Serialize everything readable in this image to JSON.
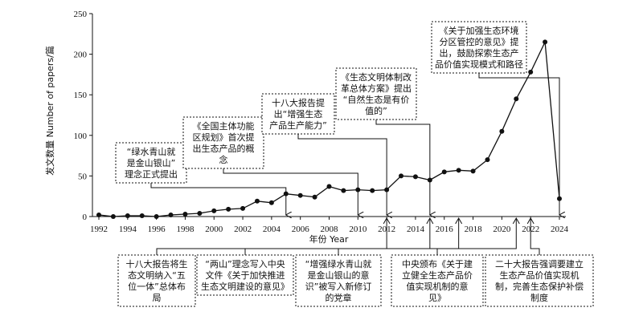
{
  "chart_data": {
    "type": "line",
    "xlabel": "年份 Year",
    "ylabel": "发文数量 Number of papers/篇",
    "xlim": [
      1992,
      2024
    ],
    "ylim": [
      0,
      250
    ],
    "x_ticks": [
      1992,
      1994,
      1996,
      1998,
      2000,
      2002,
      2004,
      2006,
      2008,
      2010,
      2012,
      2014,
      2016,
      2018,
      2020,
      2022,
      2024
    ],
    "y_ticks": [
      0,
      50,
      100,
      150,
      200,
      250
    ],
    "grid": false,
    "series": [
      {
        "x": [
          1992,
          1993,
          1994,
          1995,
          1996,
          1997,
          1998,
          1999,
          2000,
          2001,
          2002,
          2003,
          2004,
          2005,
          2006,
          2007,
          2008,
          2009,
          2010,
          2011,
          2012,
          2013,
          2014,
          2015,
          2016,
          2017,
          2018,
          2019,
          2020,
          2021,
          2022,
          2023,
          2024
        ],
        "values": [
          2,
          0,
          1,
          1,
          0,
          2,
          3,
          4,
          7,
          9,
          10,
          19,
          17,
          28,
          26,
          24,
          37,
          32,
          33,
          32,
          33,
          50,
          49,
          45,
          55,
          57,
          56,
          70,
          105,
          145,
          178,
          215,
          22
        ]
      }
    ],
    "annotations_top": [
      {
        "year": 2005,
        "lines": [
          "“绿水青山就",
          "是金山银山”",
          "理念正式提出"
        ]
      },
      {
        "year": 2010,
        "lines": [
          "《全国主体功能",
          "区规划》首次提",
          "出生态产品的概",
          "念"
        ]
      },
      {
        "year": 2012,
        "lines": [
          "十八大报告提",
          "出“增强生态",
          "产品生产能力”"
        ]
      },
      {
        "year": 2015,
        "lines": [
          "《生态文明体制改",
          "革总体方案》提出",
          "“自然生态是有价",
          "值的”"
        ]
      },
      {
        "year": 2024,
        "lines": [
          "《关于加强生态环境",
          "分区管控的意见》提",
          "出，鼓励探索生态产",
          "品价值实现模式和路径"
        ]
      }
    ],
    "annotations_bottom": [
      {
        "year": 2012,
        "lines": [
          "十八大报告将生",
          "态文明纳入“五",
          "位一体”总体布",
          "局"
        ]
      },
      {
        "year": 2015,
        "lines": [
          "“两山”理念写入中央",
          "文件《关于加快推进",
          "生态文明建设的意见》"
        ]
      },
      {
        "year": 2017,
        "lines": [
          "“增强绿水青山就",
          "是金山银山的意",
          "识”被写入新修订",
          "的党章"
        ]
      },
      {
        "year": 2021,
        "lines": [
          "中央颁布《关于建",
          "立健全生态产品价",
          "值实现机制的意",
          "见》"
        ]
      },
      {
        "year": 2022,
        "lines": [
          "二十大报告强调要建立",
          "生态产品价值实现机",
          "制，完善生态保护补偿",
          "制度"
        ]
      }
    ]
  }
}
